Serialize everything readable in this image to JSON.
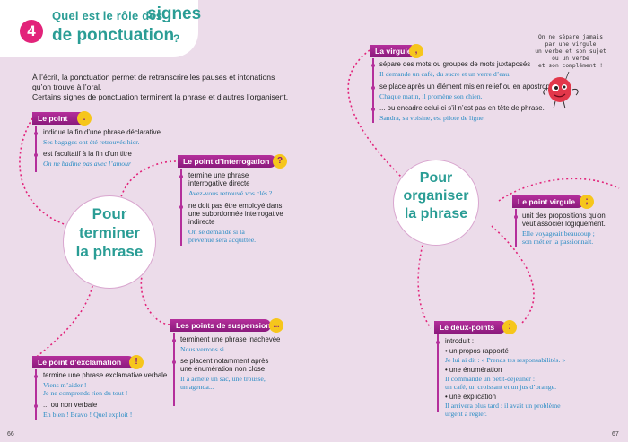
{
  "header": {
    "number": "4",
    "title_small": "Quel est le rôle des",
    "title_big1": "signes",
    "title_big2": "de ponctuation",
    "title_q": "?"
  },
  "intro": [
    "À l’écrit, la ponctuation permet de retranscrire les pauses et intonations",
    "qu’on trouve à l’oral.",
    "Certains signes de ponctuation terminent la phrase et d’autres l’organisent."
  ],
  "circle_left": [
    "Pour",
    "terminer",
    "la phrase"
  ],
  "circle_right": [
    "Pour",
    "organiser",
    "la phrase"
  ],
  "point": {
    "label": "Le point",
    "sign": ".",
    "b1": "indique la fin d’une phrase déclarative",
    "e1": "Ses bagages ont été retrouvés hier.",
    "b2": "est facultatif à la fin d’un titre",
    "e2": "On ne badine pas avec l’amour"
  },
  "interrogation": {
    "label": "Le point d’interrogation",
    "sign": "?",
    "b1a": "termine une phrase",
    "b1b": "interrogative directe",
    "e1": "Avez-vous retrouvé vos clés ?",
    "b2a": "ne doit pas être employé dans",
    "b2b": "une subordonnée interrogative",
    "b2c": "indirecte",
    "e2a": "On se demande si la",
    "e2b": "prévenue sera acquittée."
  },
  "suspension": {
    "label": "Les points de suspension",
    "sign": "...",
    "b1a": "terminent une phrase inachevée",
    "e1": "Nous verrons si...",
    "b2a": "se placent notamment après",
    "b2b": "une énumération non close",
    "e2a": "Il a acheté un sac, une trousse,",
    "e2b": "un agenda..."
  },
  "exclamation": {
    "label": "Le point d’exclamation",
    "sign": "!",
    "b1": "termine une phrase exclamative verbale",
    "e1a": "Viens m’aider !",
    "e1b": "Je ne comprends rien du tout !",
    "b2": "... ou non verbale",
    "e2": "Eh bien ! Bravo ! Quel exploit !"
  },
  "virgule": {
    "label": "La virgule",
    "sign": ",",
    "b1": "sépare des mots ou groupes de mots juxtaposés",
    "e1": "Il demande un café, du sucre et un verre d’eau.",
    "b2": "se place après un élément mis en relief ou en apostrophe",
    "e2": "Chaque matin, il promène son chien.",
    "b3": "... ou encadre celui-ci s’il n’est pas en tête de phrase.",
    "e3": "Sandra, sa voisine, est pilote de ligne."
  },
  "bubble": [
    "On ne sépare jamais",
    "par une virgule",
    "un verbe et son sujet",
    "ou un verbe",
    "et son complément !"
  ],
  "pointvirgule": {
    "label": "Le point virgule",
    "sign": ";",
    "b1a": "unit des propositions qu’on",
    "b1b": "veut associer logiquement.",
    "e1a": "Elle voyageait beaucoup ;",
    "e1b": "son métier la passionnait."
  },
  "deuxpoints": {
    "label": "Le deux-points",
    "sign": ":",
    "b1": "introduit :",
    "s1": "• un propos rapporté",
    "e1": "Je lui ai dit : « Prends tes responsabilités. »",
    "s2": "• une énumération",
    "e2a": "Il commande un petit-déjeuner :",
    "e2b": "un café, un croissant et un jus d’orange.",
    "s3": "• une explication",
    "e3a": "Il arrivera plus tard : il avait un problème",
    "e3b": "urgent à régler."
  },
  "pages": {
    "left": "66",
    "right": "67"
  }
}
